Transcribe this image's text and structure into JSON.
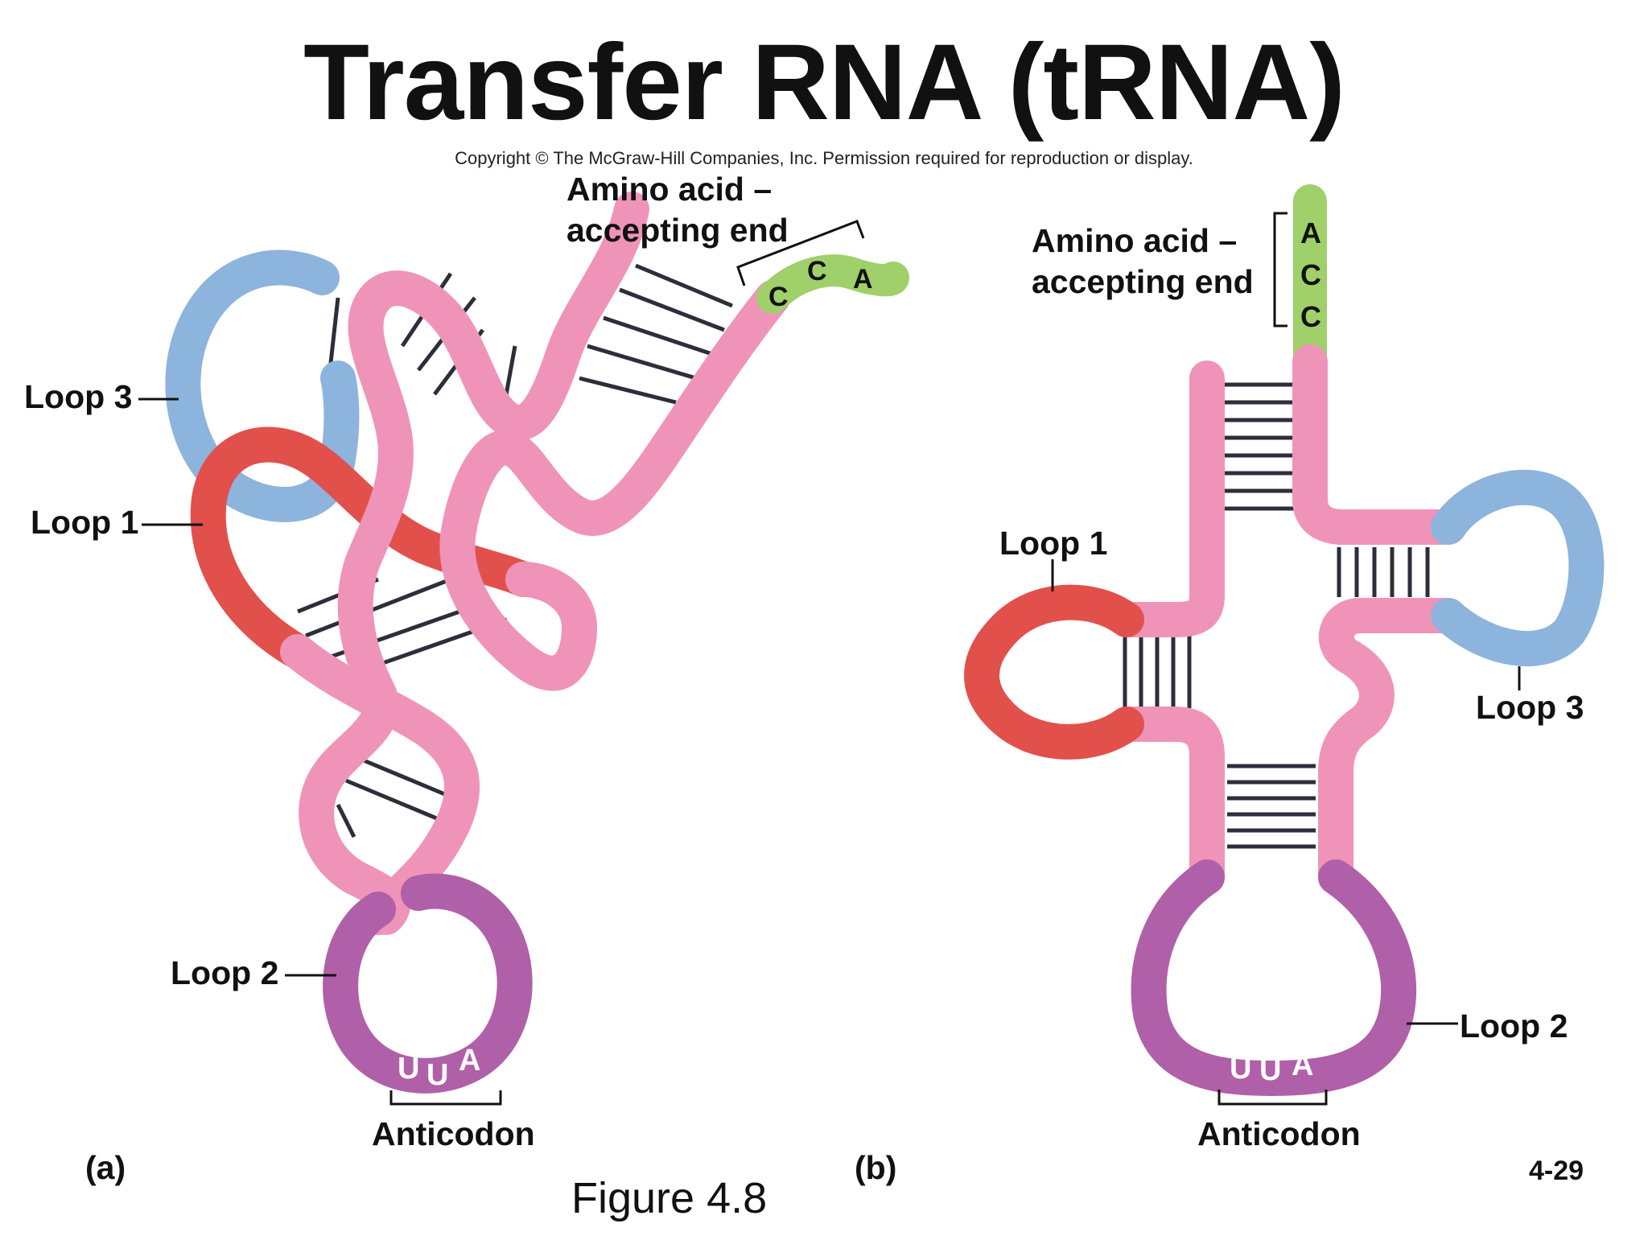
{
  "header": {
    "title": "Transfer RNA (tRNA)",
    "copyright": "Copyright © The McGraw-Hill Companies, Inc. Permission required for reproduction or display."
  },
  "panel_a": {
    "label": "(a)",
    "amino_end_line1": "Amino acid –",
    "amino_end_line2": "accepting end",
    "cca_bases": [
      "C",
      "C",
      "A"
    ],
    "loop3": "Loop 3",
    "loop1": "Loop 1",
    "loop2": "Loop 2",
    "anticodon_bases": [
      "U",
      "U",
      "A"
    ],
    "anticodon_label": "Anticodon"
  },
  "panel_b": {
    "label": "(b)",
    "amino_end_line1": "Amino acid –",
    "amino_end_line2": "accepting end",
    "acc_bases": [
      "A",
      "C",
      "C"
    ],
    "loop1": "Loop 1",
    "loop3": "Loop 3",
    "loop2": "Loop 2",
    "anticodon_bases": [
      "U",
      "U",
      "A"
    ],
    "anticodon_label": "Anticodon"
  },
  "footer": {
    "figure": "Figure 4.8",
    "slide_number": "4-29"
  },
  "colors": {
    "backbone_pink": "#ef94b8",
    "loop1_red": "#e2504c",
    "loop2_purple": "#b060a8",
    "loop3_blue": "#8db4dc",
    "acceptor_green": "#9fd06a",
    "base_pair_line": "#2c2f3a"
  }
}
